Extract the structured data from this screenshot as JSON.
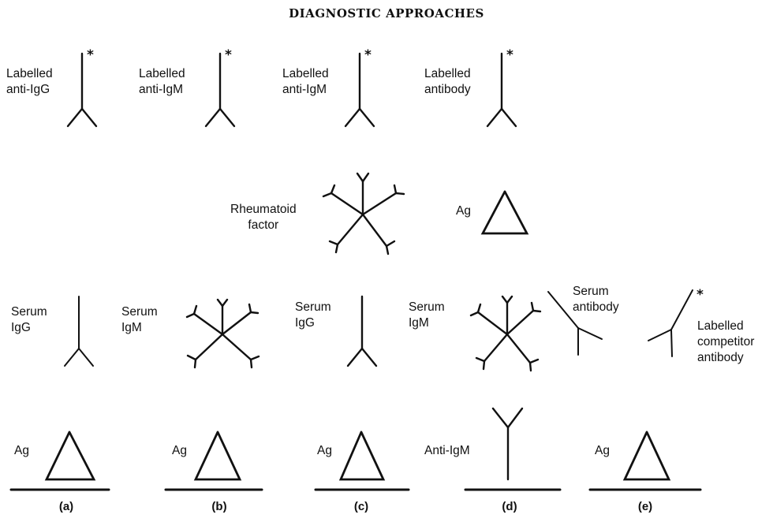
{
  "title": "DIAGNOSTIC APPROACHES",
  "asterisk": "*",
  "reagents": [
    {
      "line1": "Labelled",
      "line2": "anti-IgG"
    },
    {
      "line1": "Labelled",
      "line2": "anti-IgM"
    },
    {
      "line1": "Labelled",
      "line2": "anti-IgM"
    },
    {
      "line1": "Labelled",
      "line2": "antibody"
    }
  ],
  "rheumatoid": {
    "line1": "Rheumatoid",
    "line2": "factor"
  },
  "ag": "Ag",
  "serum": [
    {
      "line1": "Serum",
      "line2": "IgG"
    },
    {
      "line1": "Serum",
      "line2": "IgM"
    },
    {
      "line1": "Serum",
      "line2": "IgG"
    },
    {
      "line1": "Serum",
      "line2": "IgM"
    }
  ],
  "serum_antibody": {
    "line1": "Serum",
    "line2": "antibody"
  },
  "competitor": {
    "line1": "Labelled",
    "line2": "competitor",
    "line3": "antibody"
  },
  "anti_igm": "Anti-IgM",
  "captions": [
    "(a)",
    "(b)",
    "(c)",
    "(d)",
    "(e)"
  ]
}
